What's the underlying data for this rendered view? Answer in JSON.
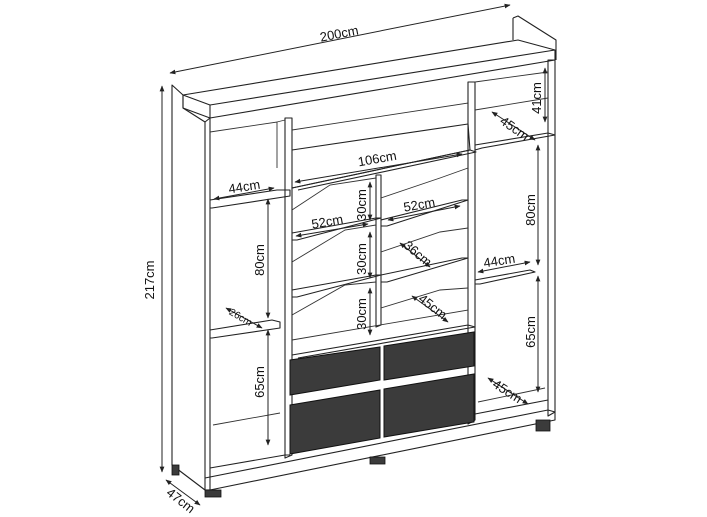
{
  "labels": {
    "total_width": "200cm",
    "total_height": "217cm",
    "depth": "47cm",
    "top_right_height": "41cm",
    "top_right_depth": "45cm",
    "center_width": "106cm",
    "left_shelf_width": "44cm",
    "center_shelf_left_width": "52cm",
    "center_shelf_right_width": "52cm",
    "center_gap_1": "30cm",
    "center_gap_2": "30cm",
    "center_gap_3": "30cm",
    "center_depth_1": "36cm",
    "center_depth_2": "45cm",
    "left_upper_height": "80cm",
    "left_lower_height": "65cm",
    "left_rail_depth": "26cm",
    "right_upper_height": "80cm",
    "right_lower_height": "65cm",
    "right_shelf_width": "44cm",
    "right_bottom_depth": "45cm"
  }
}
